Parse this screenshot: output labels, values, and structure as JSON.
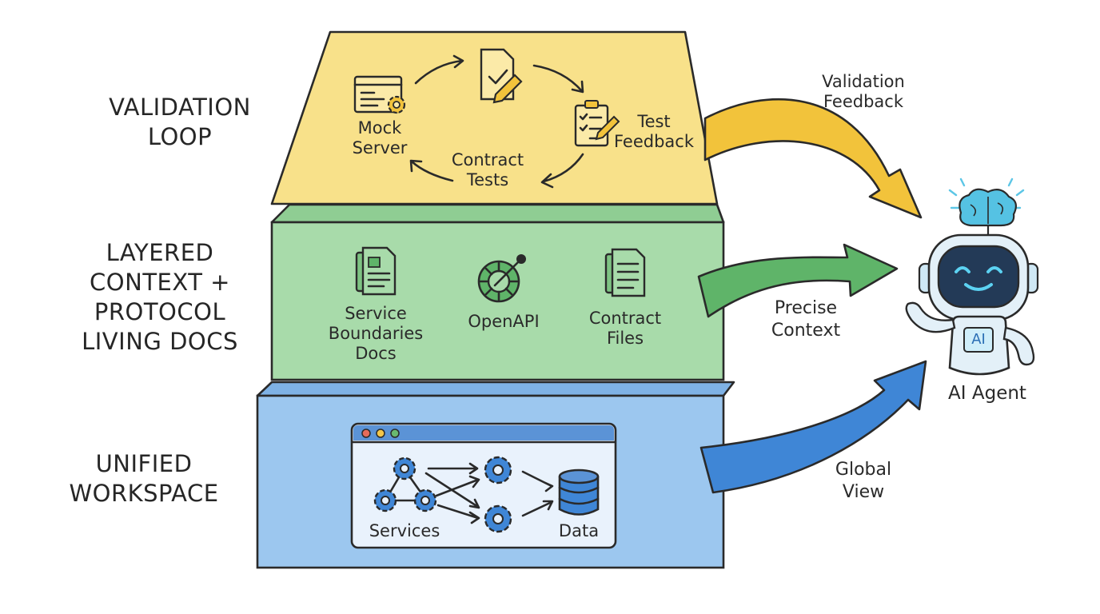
{
  "layers": {
    "validation": {
      "label_lines": [
        "VALIDATION",
        "LOOP"
      ],
      "items": {
        "mock_server": [
          "Mock",
          "Server"
        ],
        "contract_tests": [
          "Contract",
          "Tests"
        ],
        "test_feedback": [
          "Test",
          "Feedback"
        ]
      },
      "arrow_label": [
        "Validation",
        "Feedback"
      ]
    },
    "context": {
      "label_lines": [
        "LAYERED",
        "CONTEXT +",
        "PROTOCOL",
        "LIVING DOCS"
      ],
      "items": {
        "service_boundaries": [
          "Service",
          "Boundaries",
          "Docs"
        ],
        "openapi": [
          "OpenAPI"
        ],
        "contract_files": [
          "Contract",
          "Files"
        ]
      },
      "arrow_label": [
        "Precise",
        "Context"
      ]
    },
    "workspace": {
      "label_lines": [
        "UNIFIED",
        "WORKSPACE"
      ],
      "items": {
        "services": "Services",
        "data": "Data"
      },
      "arrow_label": [
        "Global",
        "View"
      ]
    }
  },
  "agent": {
    "badge": "AI",
    "name": "AI Agent"
  },
  "colors": {
    "validation_fill": "#f8e18a",
    "context_fill": "#a8dbaa",
    "workspace_fill": "#9cc7ef",
    "validation_arrow": "#f2c33b",
    "context_arrow": "#5fb469",
    "workspace_arrow": "#3f86d6",
    "outline": "#2a2a2a"
  }
}
